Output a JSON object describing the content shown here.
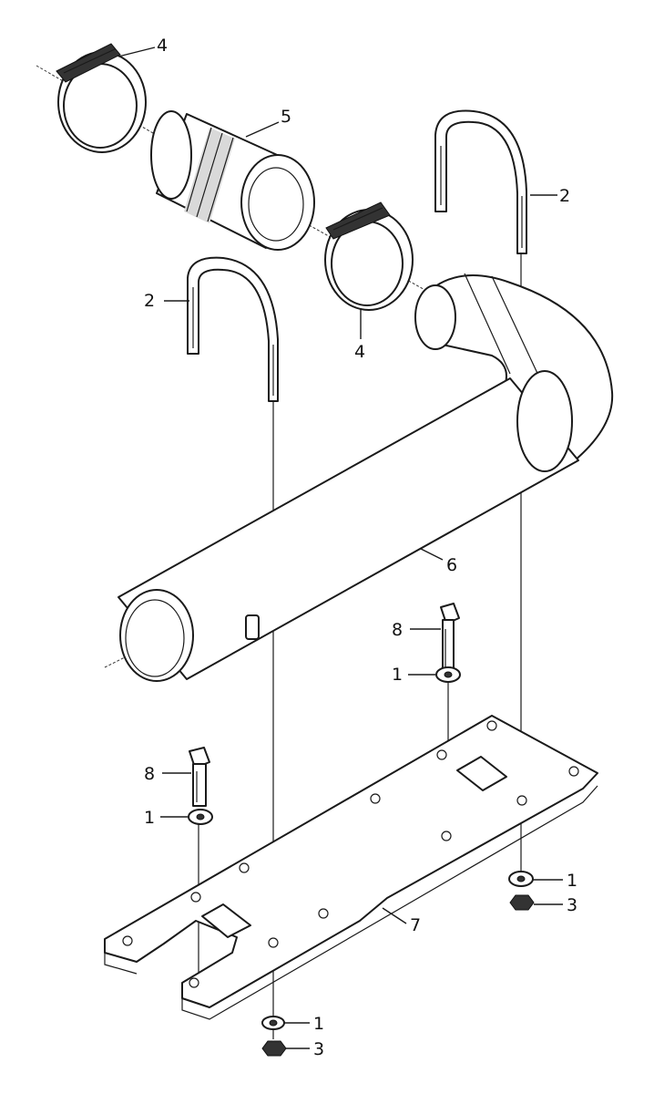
{
  "callouts": [
    {
      "id": "c-4-top",
      "label": "4"
    },
    {
      "id": "c-5",
      "label": "5"
    },
    {
      "id": "c-2-right",
      "label": "2"
    },
    {
      "id": "c-2-left",
      "label": "2"
    },
    {
      "id": "c-4-mid",
      "label": "4"
    },
    {
      "id": "c-6",
      "label": "6"
    },
    {
      "id": "c-8-right",
      "label": "8"
    },
    {
      "id": "c-1-right",
      "label": "1"
    },
    {
      "id": "c-8-left",
      "label": "8"
    },
    {
      "id": "c-1-left",
      "label": "1"
    },
    {
      "id": "c-1-far",
      "label": "1"
    },
    {
      "id": "c-3-far",
      "label": "3"
    },
    {
      "id": "c-7",
      "label": "7"
    },
    {
      "id": "c-1-bottom",
      "label": "1"
    },
    {
      "id": "c-3-bottom",
      "label": "3"
    }
  ]
}
